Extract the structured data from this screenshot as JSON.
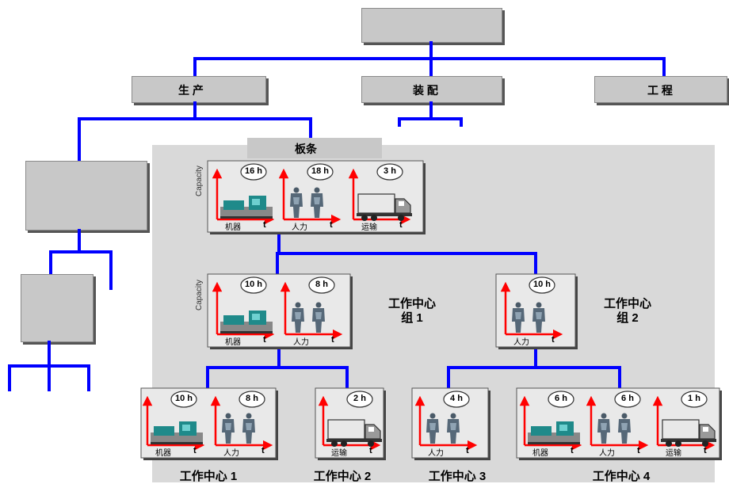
{
  "top_tabs": {
    "production": "生 产",
    "assembly": "装 配",
    "engineering": "工 程",
    "panel": "板条"
  },
  "capacity_word": "Capacity",
  "axis_t": "t",
  "boxes": {
    "panel": {
      "machine": {
        "hours": "16 h",
        "label": "机器"
      },
      "labor": {
        "hours": "18 h",
        "label": "人力"
      },
      "transport": {
        "hours": "3 h",
        "label": "运输"
      }
    },
    "group1": {
      "machine": {
        "hours": "10 h",
        "label": "机器"
      },
      "labor": {
        "hours": "8 h",
        "label": "人力"
      }
    },
    "group2": {
      "labor": {
        "hours": "10 h",
        "label": "人力"
      }
    },
    "wc1": {
      "machine": {
        "hours": "10 h",
        "label": "机器"
      },
      "labor": {
        "hours": "8 h",
        "label": "人力"
      }
    },
    "wc2": {
      "transport": {
        "hours": "2 h",
        "label": "运输"
      }
    },
    "wc3": {
      "labor": {
        "hours": "4 h",
        "label": "人力"
      }
    },
    "wc4": {
      "machine": {
        "hours": "6 h",
        "label": "机器"
      },
      "labor": {
        "hours": "6 h",
        "label": "人力"
      },
      "transport": {
        "hours": "1 h",
        "label": "运输"
      }
    }
  },
  "group_labels": {
    "group1_line1": "工作中心",
    "group1_line2": "组 1",
    "group2_line1": "工作中心",
    "group2_line2": "组 2"
  },
  "wc_labels": {
    "wc1": "工作中心 1",
    "wc2": "工作中心 2",
    "wc3": "工作中心 3",
    "wc4": "工作中心 4"
  },
  "colors": {
    "connector": "#0000ff",
    "axis": "#ff0000",
    "box_fill": "#c8c8c8",
    "panel_bg": "#d9d9d9",
    "machine": "#1f8a8a"
  }
}
